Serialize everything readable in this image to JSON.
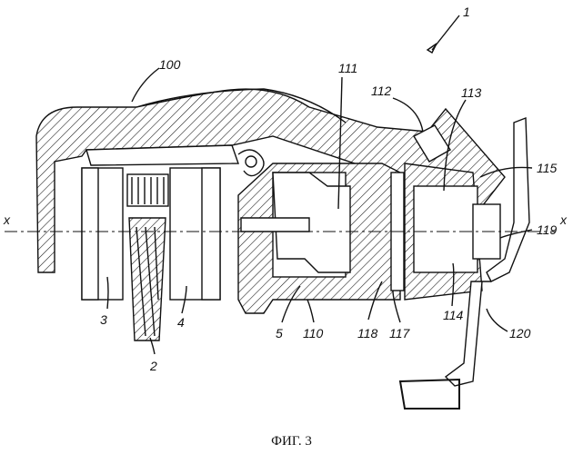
{
  "figure": {
    "caption": "ФИГ. 3",
    "axis_label_left": "x",
    "axis_label_right": "x",
    "reference_numerals": {
      "n1": "1",
      "n100": "100",
      "n111": "111",
      "n112": "112",
      "n113": "113",
      "n115": "115",
      "n119": "119",
      "n120": "120",
      "n114": "114",
      "n117": "117",
      "n118": "118",
      "n110": "110",
      "n5": "5",
      "n3": "3",
      "n4": "4",
      "n2": "2"
    }
  }
}
